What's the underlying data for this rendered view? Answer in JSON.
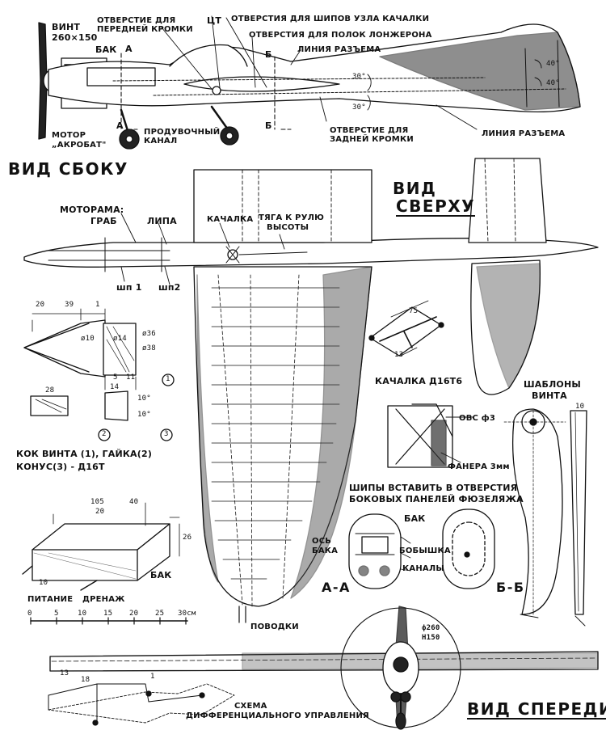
{
  "side_view": {
    "title": "ВИД СБОКУ",
    "vint": "ВИНТ",
    "vint_size": "260×150",
    "bak": "БАК",
    "a_mark": "А",
    "b_mark": "Б",
    "otv_front_1": "ОТВЕРСТИЕ ДЛЯ",
    "otv_front_2": "ПЕРЕДНЕЙ КРОМКИ",
    "ct": "ЦТ",
    "otv_pins": "ОТВЕРСТИЯ ДЛЯ ШИПОВ УЗЛА КАЧАЛКИ",
    "otv_spar": "ОТВЕРСТИЯ ДЛЯ ПОЛОК ЛОНЖЕРОНА",
    "razem_1": "ЛИНИЯ РАЗЪЕМА",
    "razem_2": "ЛИНИЯ РАЗЪЕМА",
    "motor_1": "МОТОР",
    "motor_2": "„АКРОБАТ\"",
    "produv_1": "ПРОДУВОЧНЫЙ",
    "produv_2": "КАНАЛ",
    "otv_rear_1": "ОТВЕРСТИЕ ДЛЯ",
    "otv_rear_2": "ЗАДНЕЙ КРОМКИ",
    "angle_30a": "30°",
    "angle_30b": "30°",
    "angle_40a": "40°",
    "angle_40b": "40°"
  },
  "top_view": {
    "title_1": "ВИД",
    "title_2": "СВЕРХУ",
    "motorama_1": "МОТОРАМА:",
    "motorama_2": "ГРАБ",
    "motorama_3": "ЛИПА",
    "kachalka": "КАЧАЛКА",
    "tyaga_1": "ТЯГА К РУЛЮ",
    "tyaga_2": "ВЫСОТЫ",
    "shp1": "шп 1",
    "shp2": "шп2",
    "povodki": "ПОВОДКИ"
  },
  "spinner": {
    "d20": "20",
    "d39": "39",
    "d1": "1",
    "d10": "ø10",
    "d14": "ø14",
    "d36": "ø36",
    "d38": "ø38",
    "d5": "5",
    "d11": "11",
    "d28": "28",
    "d14b": "14",
    "a10a": "10°",
    "a10b": "10°",
    "n1": "1",
    "n2": "2",
    "n3": "3",
    "caption_1": "КОК ВИНТА (1), ГАЙКА(2)",
    "caption_2": "КОНУС(3) - Д16Т"
  },
  "tank": {
    "d105": "105",
    "d20": "20",
    "d40": "40",
    "d26": "26",
    "d10": "10",
    "label": "БАК",
    "pitanie": "ПИТАНИЕ",
    "drenazh": "ДРЕНАЖ"
  },
  "scale": {
    "ticks": [
      "0",
      "5",
      "10",
      "15",
      "20",
      "25",
      "30см"
    ]
  },
  "bellcrank": {
    "d75": "75",
    "d13": "13",
    "label": "КАЧАЛКА Д16Т6"
  },
  "mount": {
    "ovs": "ОВС ф3",
    "fanera": "ФАНЕРА 3мм",
    "note_1": "ШИПЫ ВСТАВИТЬ В ОТВЕРСТИЯ",
    "note_2": "БОКОВЫХ ПАНЕЛЕЙ ФЮЗЕЛЯЖА"
  },
  "sections": {
    "bak": "БАК",
    "os_baka_1": "ОСЬ",
    "os_baka_2": "БАКА",
    "bobyshka": "БОБЫШКА",
    "kanaly": "КАНАЛЫ",
    "aa": "А-А",
    "bb": "Б-Б"
  },
  "prop_templates": {
    "title_1": "ШАБЛОНЫ",
    "title_2": "ВИНТА",
    "d10": "10"
  },
  "front_view": {
    "title": "ВИД СПЕРЕДИ",
    "dia": "ф260",
    "pitch": "Н150"
  },
  "diff_control": {
    "title_1": "СХЕМА",
    "title_2": "ДИФФЕРЕНЦИАЛЬНОГО УПРАВЛЕНИЯ",
    "d13": "13",
    "d18": "18",
    "d1": "1"
  }
}
